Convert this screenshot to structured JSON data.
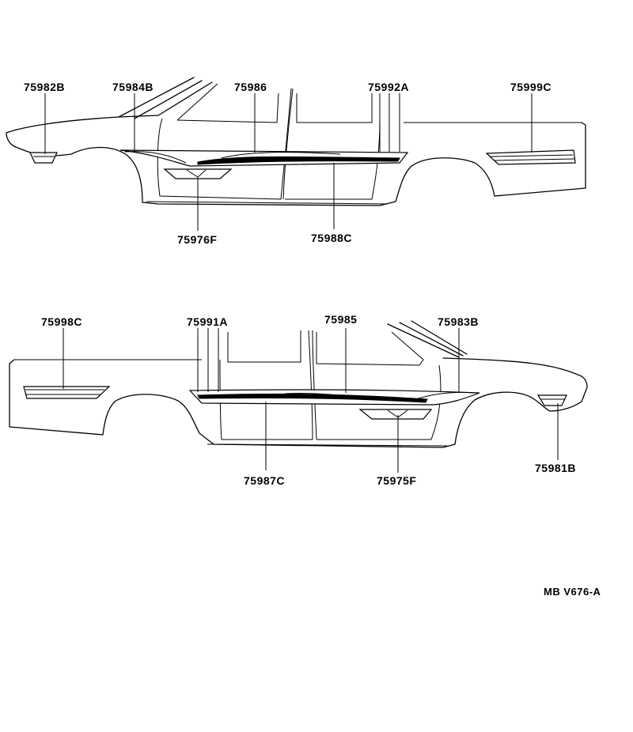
{
  "diagram": {
    "top_view": {
      "labels": {
        "p75982b": "75982B",
        "p75984b": "75984B",
        "p75986": "75986",
        "p75992a": "75992A",
        "p75999c": "75999C",
        "p75976f": "75976F",
        "p75988c": "75988C"
      }
    },
    "bottom_view": {
      "labels": {
        "p75998c": "75998C",
        "p75991a": "75991A",
        "p75985": "75985",
        "p75983b": "75983B",
        "p75987c": "75987C",
        "p75975f": "75975F",
        "p75981b": "75981B"
      }
    },
    "reference_code": "MB V676-A"
  }
}
